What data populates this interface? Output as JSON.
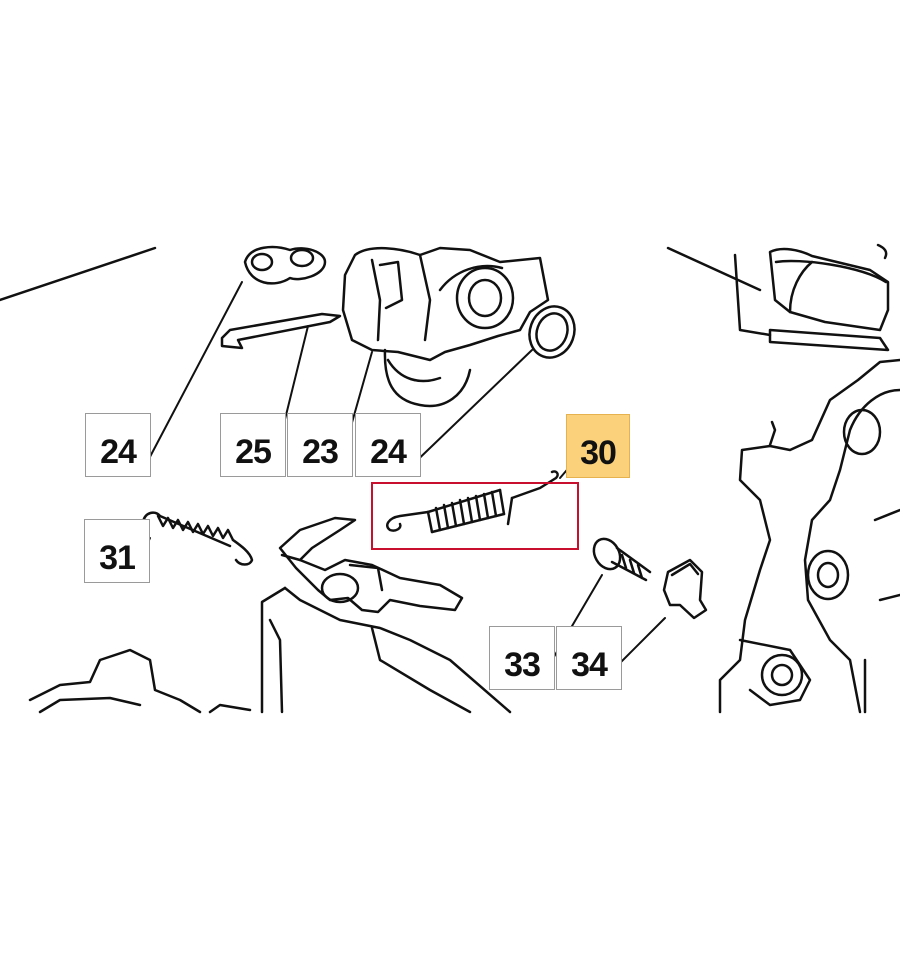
{
  "diagram": {
    "line_color": "#111111",
    "highlight_fill": "#fbd27b",
    "highlight_border_color": "#c8102e",
    "selected_part": "30",
    "part_labels": [
      "24",
      "25",
      "23",
      "24",
      "30",
      "31",
      "33",
      "34"
    ]
  }
}
